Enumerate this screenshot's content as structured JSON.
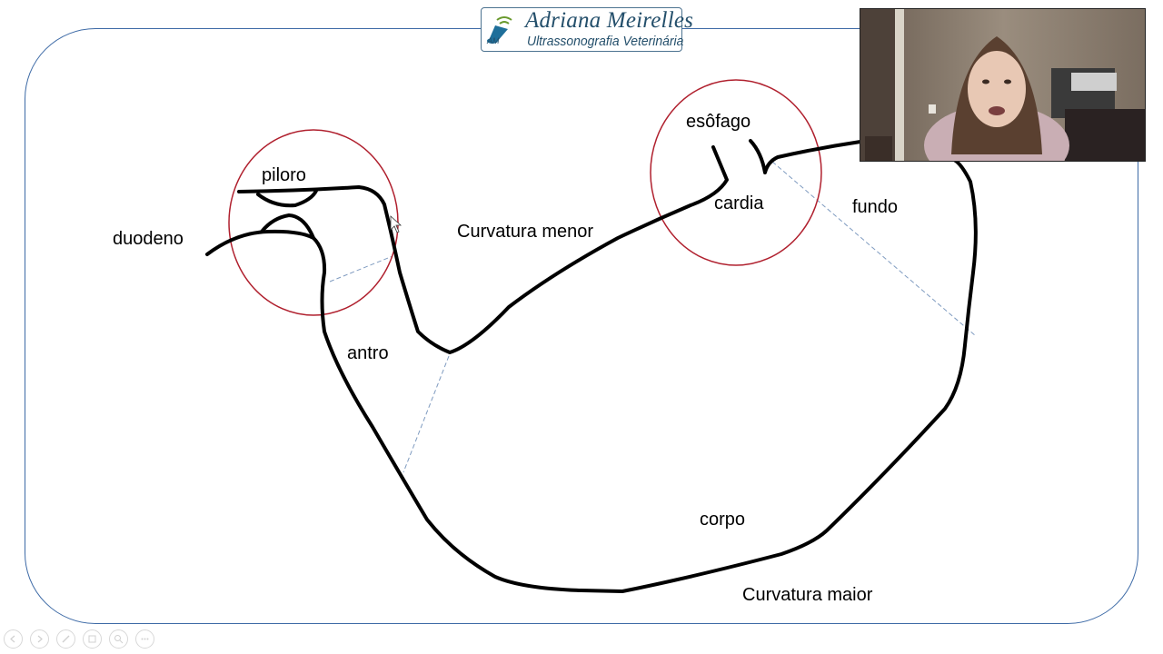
{
  "logo": {
    "name": "Adriana Meirelles",
    "subtitle": "Ultrassonografia Veterinária",
    "monogram": "AM"
  },
  "labels": {
    "esofago": "esôfago",
    "cardia": "cardia",
    "fundo": "fundo",
    "piloro": "piloro",
    "duodeno": "duodeno",
    "curvatura_menor": "Curvatura menor",
    "antro": "antro",
    "corpo": "corpo",
    "curvatura_maior": "Curvatura maior"
  },
  "colors": {
    "frame": "#3d6aa6",
    "highlight_circle": "#b0202e",
    "stomach_outline": "#000000",
    "region_divider": "#7f9bc0"
  },
  "webcam": {
    "description_icon": "presenter-video"
  },
  "controls": [
    "previous-icon",
    "next-icon",
    "pen-icon",
    "slides-icon",
    "zoom-icon",
    "more-icon"
  ]
}
